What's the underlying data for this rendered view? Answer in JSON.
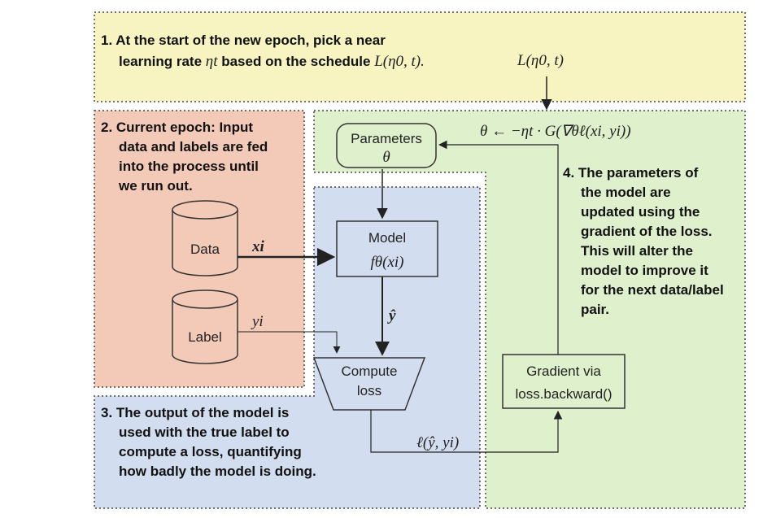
{
  "step1": {
    "line1": "1. At the start of the new epoch, pick a near",
    "line2_prefix": "learning rate ",
    "eta_t": "ηt",
    "line2_mid": " based on the schedule ",
    "schedule": "L(η0, t).",
    "schedule_input": "L(η0, t)"
  },
  "step2": {
    "lines": [
      "2. Current epoch: Input",
      "data and labels are fed",
      "into the process until",
      "we run out."
    ]
  },
  "step3": {
    "lines": [
      "3. The output of the model is",
      "used with the true label to",
      "compute a loss, quantifying",
      "how badly the model is doing."
    ]
  },
  "step4": {
    "lines": [
      "4. The parameters of",
      "the model are",
      "updated using the",
      "gradient of the loss.",
      "This will alter the",
      "model to improve it",
      "for the next data/label",
      "pair."
    ]
  },
  "nodes": {
    "data": "Data",
    "label": "Label",
    "parameters": "Parameters",
    "theta": "θ",
    "model": "Model",
    "model_fn": "fθ(xi)",
    "compute": "Compute",
    "loss": "loss",
    "gradient_line1": "Gradient via",
    "gradient_line2": "loss.backward()"
  },
  "edges": {
    "x_i": "xi",
    "y_i": "yi",
    "y_hat": "ŷ",
    "loss_value": "ℓ(ŷ, yi)",
    "update_rule": "θ ←  −ηt ·  G(∇θℓ(xi, yi))"
  },
  "colors": {
    "step1_bg": "#f7f4c2",
    "step2_bg": "#f3c9b8",
    "step3_bg": "#d3ddf0",
    "step4_bg": "#dff0cd",
    "border": "#333333"
  }
}
